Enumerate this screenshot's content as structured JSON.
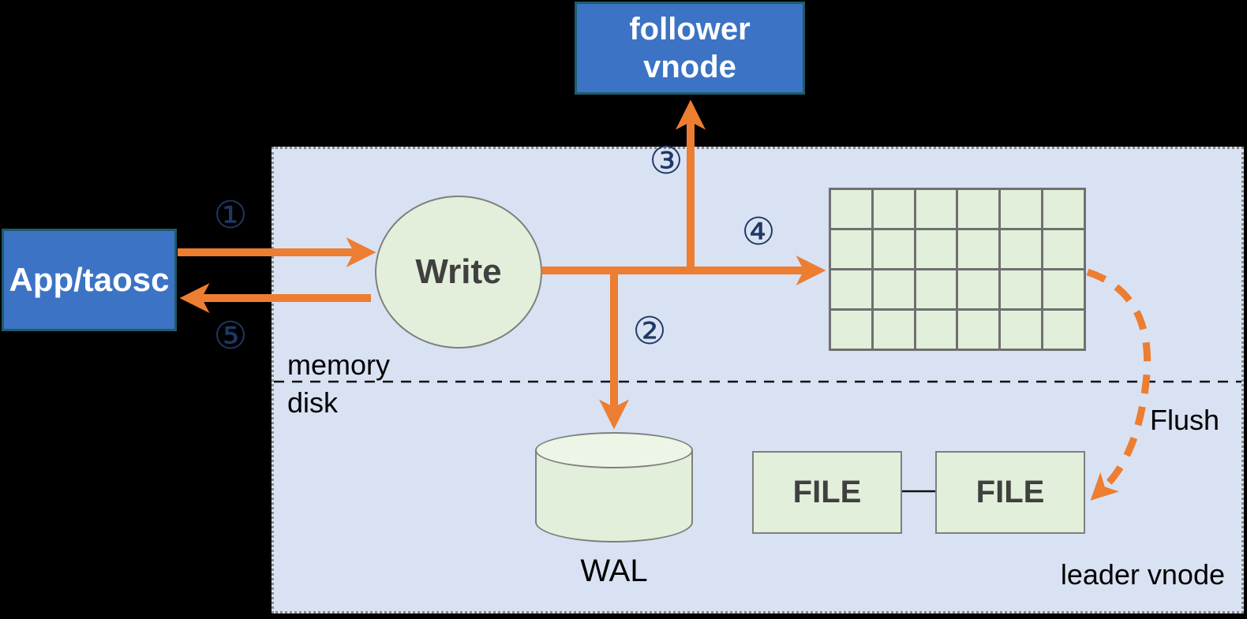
{
  "nodes": {
    "follower_vnode": {
      "line1": "follower",
      "line2": "vnode"
    },
    "app_taosc": {
      "label": "App/taosc"
    },
    "write": {
      "label": "Write"
    },
    "wal": {
      "label": "WAL"
    },
    "file_left": {
      "label": "FILE"
    },
    "file_right": {
      "label": "FILE"
    }
  },
  "labels": {
    "memory": "memory",
    "disk": "disk",
    "leader_vnode": "leader vnode",
    "flush": "Flush"
  },
  "steps": {
    "s1": "①",
    "s2": "②",
    "s3": "③",
    "s4": "④",
    "s5": "⑤"
  },
  "colors": {
    "background": "#000000",
    "panel_fill": "#d9e2f3",
    "panel_border": "#8a8a8a",
    "node_blue": "#3c73c4",
    "node_blue_border": "#1d5c6b",
    "node_green": "#e2efda",
    "shape_border": "#7f7f7f",
    "arrow_orange": "#ed7d31",
    "step_navy": "#1f3864",
    "bold_text": "#404040"
  }
}
